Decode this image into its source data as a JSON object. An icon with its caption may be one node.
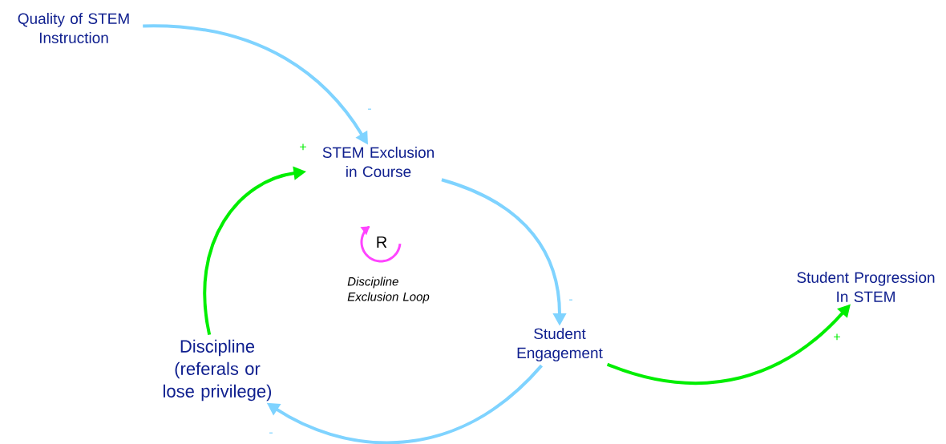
{
  "diagram": {
    "nodes": [
      {
        "text": [
          "Quality of STEM Instruction"
        ]
      },
      {
        "text": [
          "STEM Exclusion in Course"
        ]
      },
      {
        "text": [
          "Student Engagement"
        ]
      },
      {
        "text": [
          "Discipline (referals or lose privilege)"
        ]
      },
      {
        "text": [
          "Student Progression In STEM"
        ]
      }
    ],
    "edges": [
      {
        "from": 0,
        "to": 1,
        "arrow": "to",
        "label": "-"
      },
      {
        "from": 1,
        "to": 2,
        "arrow": "to",
        "label": "-"
      },
      {
        "from": 2,
        "to": 3,
        "arrow": "to",
        "label": "-"
      },
      {
        "from": 3,
        "to": 1,
        "arrow": "to",
        "label": "+",
        "color": "#00ee00"
      },
      {
        "from": 2,
        "to": 4,
        "arrow": "to",
        "label": "+",
        "color": "#00ee00"
      }
    ],
    "labels": [
      "R",
      "Discipline Exclusion Loop"
    ]
  }
}
